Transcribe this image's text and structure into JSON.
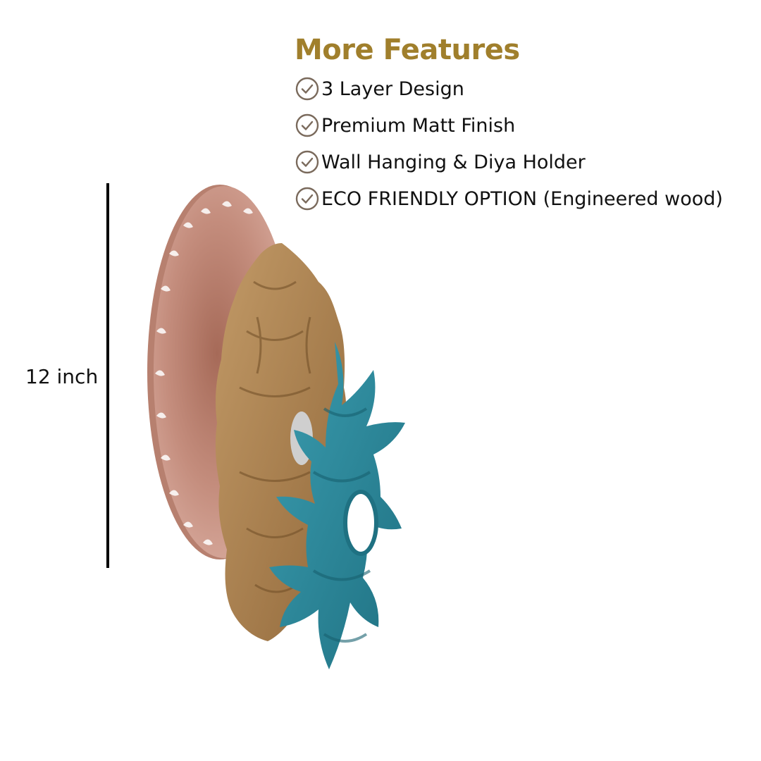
{
  "features": {
    "title": "More Features",
    "items": [
      {
        "label": "3 Layer Design",
        "icon": "check-circle-icon"
      },
      {
        "label": "Premium Matt Finish",
        "icon": "check-circle-icon"
      },
      {
        "label": "Wall Hanging & Diya Holder",
        "icon": "check-circle-icon"
      },
      {
        "label": "ECO FRIENDLY OPTION (Engineered wood)",
        "icon": "check-circle-icon"
      }
    ]
  },
  "dimension": {
    "label": "12 inch"
  },
  "colors": {
    "title": "#a07f2c",
    "back_layer": "#c99182",
    "middle_layer": "#a8814f",
    "front_layer": "#2e8a9c",
    "check_icon": "#7a6a5c"
  }
}
